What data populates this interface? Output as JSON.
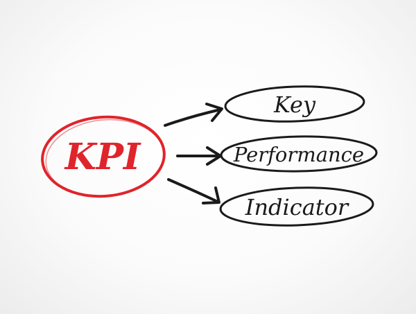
{
  "diagram": {
    "center": {
      "label": "KPI",
      "color": "#e0242b"
    },
    "branches": [
      {
        "label": "Key"
      },
      {
        "label": "Performance"
      },
      {
        "label": "Indicator"
      }
    ],
    "ink_color": "#1a1a1a"
  }
}
